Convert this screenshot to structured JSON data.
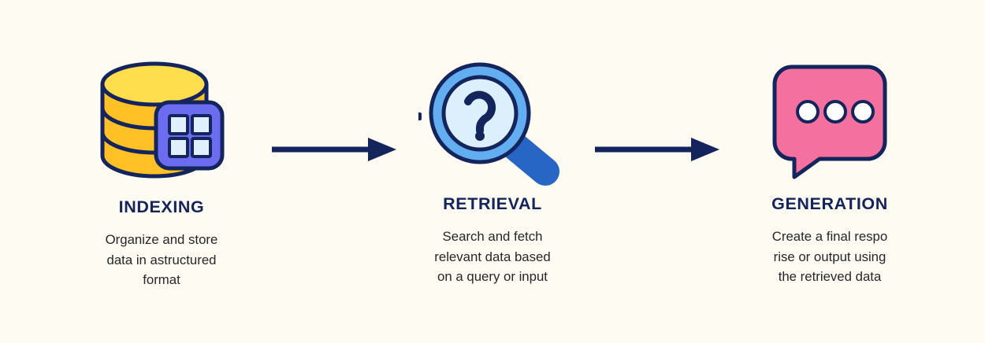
{
  "diagram": {
    "background_color": "#fdfbf2",
    "title_color": "#14245c",
    "body_text_color": "#27272b",
    "arrow_color": "#14245c",
    "stroke_color": "#14245c"
  },
  "stages": [
    {
      "key": "indexing",
      "title": "INDEXING",
      "icon": "database-grid-icon",
      "description_lines": [
        "Organize and store",
        "data in astructured",
        "format"
      ],
      "colors": {
        "cylinder_top": "#ffde4d",
        "cylinder_body": "#ffc125",
        "tile": "#6c6cf0",
        "tile_squares": "#e0f0fc"
      }
    },
    {
      "key": "retrieval",
      "title": "RETRIEVAL",
      "icon": "magnifier-question-icon",
      "description_lines": [
        "Search and fetch",
        "relevant data based",
        "on a query or input"
      ],
      "colors": {
        "ring": "#63aef0",
        "lens": "#dceffc",
        "handle": "#2766c4",
        "question_mark": "#14245c"
      }
    },
    {
      "key": "generation",
      "title": "GENERATION",
      "icon": "speech-bubble-dots-icon",
      "description_lines": [
        "Create a final respo",
        "rise or output using",
        "the retrieved data"
      ],
      "colors": {
        "bubble": "#f4709e",
        "dots": "#ffffff"
      }
    }
  ],
  "arrows": [
    {
      "key": "arrow-indexing-to-retrieval",
      "icon": "arrow-right-icon",
      "color": "#14245c"
    },
    {
      "key": "arrow-retrieval-to-generation",
      "icon": "arrow-right-icon",
      "color": "#14245c"
    }
  ]
}
